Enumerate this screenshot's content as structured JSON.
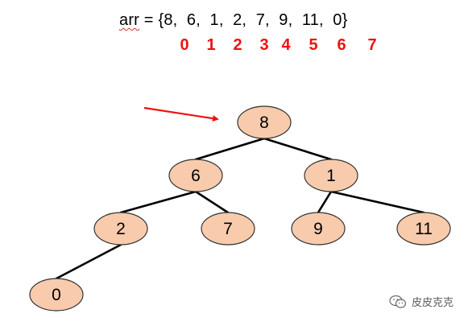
{
  "array_line": {
    "name": "arr",
    "rest": " = {8,  6,  1,  2,  7,  9,  11,  0}"
  },
  "indices": [
    "0",
    "1",
    "2",
    "3",
    "4",
    "5",
    "6",
    "7"
  ],
  "nodes": [
    {
      "id": "n0",
      "label": "8"
    },
    {
      "id": "n1",
      "label": "6"
    },
    {
      "id": "n2",
      "label": "1"
    },
    {
      "id": "n3",
      "label": "2"
    },
    {
      "id": "n4",
      "label": "7"
    },
    {
      "id": "n5",
      "label": "9"
    },
    {
      "id": "n6",
      "label": "11"
    },
    {
      "id": "n7",
      "label": "0"
    }
  ],
  "edges": [
    [
      "n0",
      "n1"
    ],
    [
      "n0",
      "n2"
    ],
    [
      "n1",
      "n3"
    ],
    [
      "n1",
      "n4"
    ],
    [
      "n2",
      "n5"
    ],
    [
      "n2",
      "n6"
    ],
    [
      "n3",
      "n7"
    ]
  ],
  "colors": {
    "node_fill": "#f8cbad",
    "index_text": "#ee1111",
    "pointer_arrow": "#ee1111"
  },
  "watermark": {
    "icon": "wechat-icon",
    "text": "皮皮克克"
  }
}
